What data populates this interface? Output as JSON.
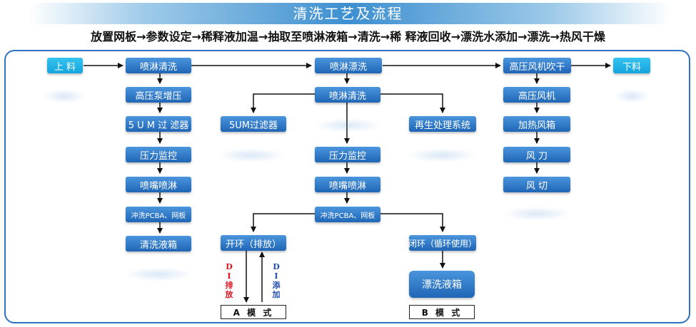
{
  "header": {
    "title": "清洗工艺及流程",
    "subtitle": "放置网板→参数设定→稀释液加温→抽取至喷淋液箱→清洗→稀  释液回收→漂洗水添加→漂洗→热风干燥"
  },
  "nodes": {
    "load": "上 料",
    "unload": "下料",
    "spray_clean_1": "喷淋清洗",
    "pump_boost": "高压泵增压",
    "filter_1": "5 U M 过 滤器",
    "pressure_monitor_1": "压力监控",
    "nozzle_spray_1": "喷嘴喷淋",
    "rinse_pcba_1": "冲洗PCBA、网板",
    "clean_tank": "清洗液箱",
    "spray_rinse_top": "喷淋漂洗",
    "spray_clean_2": "喷淋清洗",
    "filter_2": "5UM过滤器",
    "regen_system": "再生处理系统",
    "pressure_monitor_2": "压力监控",
    "nozzle_spray_2": "喷嘴喷淋",
    "rinse_pcba_2": "冲洗PCBA、网板",
    "open_loop": "开环（排放）",
    "closed_loop": "闭环（循环使用）",
    "rinse_tank": "漂洗液箱",
    "hp_air_blow": "高压风机吹干",
    "hp_fan": "高压风机",
    "heat_air_box": "加热风箱",
    "air_knife": "风    刀",
    "air_cut": "风    切"
  },
  "labels": {
    "di_drain": "DI排放",
    "di_add": "DI添加",
    "mode_a": "A 模 式",
    "mode_b": "B 模 式"
  },
  "colors": {
    "box_blue": "#1f66b6",
    "box_cyan": "#15a4dd",
    "frame": "#2f72c4",
    "di_drain": "#e0141e",
    "di_add": "#1f4fb0"
  }
}
